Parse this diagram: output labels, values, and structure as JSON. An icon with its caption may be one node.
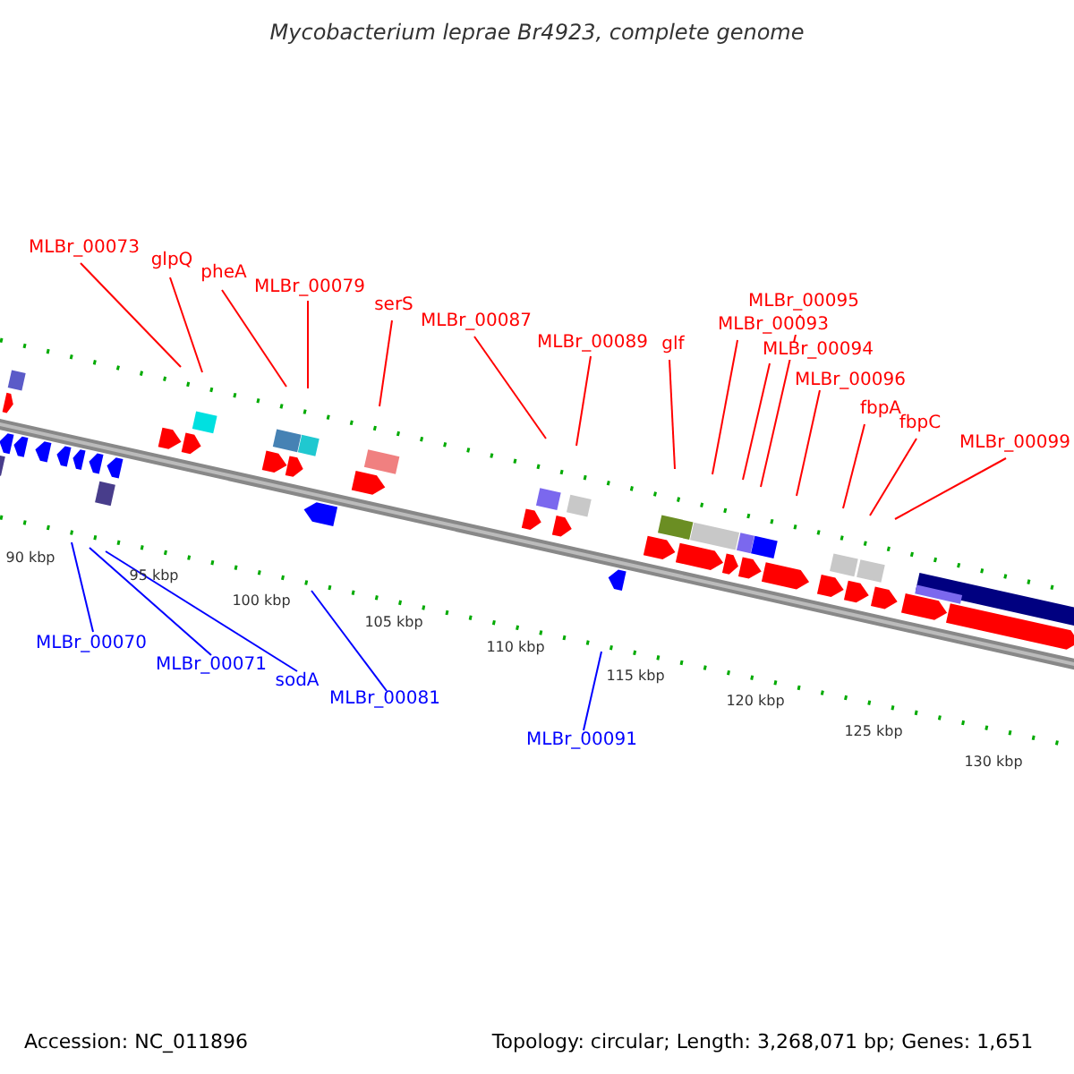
{
  "diagram": {
    "title": "Mycobacterium leprae Br4923, complete genome",
    "nodes": [
      {
        "text": [
          "MLBr_00073"
        ]
      },
      {
        "text": [
          "glpQ"
        ]
      },
      {
        "text": [
          "pheA"
        ]
      },
      {
        "text": [
          "MLBr_00079"
        ]
      },
      {
        "text": [
          "serS"
        ]
      },
      {
        "text": [
          "MLBr_00087"
        ]
      },
      {
        "text": [
          "MLBr_00089"
        ]
      },
      {
        "text": [
          "glf"
        ]
      },
      {
        "text": [
          "MLBr_00093"
        ]
      },
      {
        "text": [
          "MLBr_00095"
        ]
      },
      {
        "text": [
          "MLBr_00094"
        ]
      },
      {
        "text": [
          "MLBr_00096"
        ]
      },
      {
        "text": [
          "fbpA"
        ]
      },
      {
        "text": [
          "fbpC"
        ]
      },
      {
        "text": [
          "MLBr_00099"
        ]
      },
      {
        "text": [
          "MLBr_00070"
        ]
      },
      {
        "text": [
          "MLBr_00071"
        ]
      },
      {
        "text": [
          "sodA"
        ]
      },
      {
        "text": [
          "MLBr_00081"
        ]
      },
      {
        "text": [
          "MLBr_00091"
        ]
      }
    ],
    "edges": [
      {
        "from": 0,
        "to": null,
        "arrow": "none"
      },
      {
        "from": 1,
        "to": null,
        "arrow": "none"
      },
      {
        "from": 2,
        "to": null,
        "arrow": "none"
      },
      {
        "from": 3,
        "to": null,
        "arrow": "none"
      },
      {
        "from": 4,
        "to": null,
        "arrow": "none"
      },
      {
        "from": 5,
        "to": null,
        "arrow": "none"
      },
      {
        "from": 6,
        "to": null,
        "arrow": "none"
      },
      {
        "from": 7,
        "to": null,
        "arrow": "none"
      },
      {
        "from": 8,
        "to": null,
        "arrow": "none"
      },
      {
        "from": 9,
        "to": null,
        "arrow": "none"
      },
      {
        "from": 10,
        "to": null,
        "arrow": "none"
      },
      {
        "from": 11,
        "to": null,
        "arrow": "none"
      },
      {
        "from": 12,
        "to": null,
        "arrow": "none"
      },
      {
        "from": 13,
        "to": null,
        "arrow": "none"
      },
      {
        "from": 14,
        "to": null,
        "arrow": "none"
      },
      {
        "from": 15,
        "to": null,
        "arrow": "none",
        "color": "#0000ff"
      },
      {
        "from": 16,
        "to": null,
        "arrow": "none",
        "color": "#0000ff"
      },
      {
        "from": 17,
        "to": null,
        "arrow": "none",
        "color": "#0000ff"
      },
      {
        "from": 18,
        "to": null,
        "arrow": "none",
        "color": "#0000ff"
      },
      {
        "from": 19,
        "to": null,
        "arrow": "none",
        "color": "#0000ff"
      }
    ],
    "labels": [
      "90 kbp",
      "95 kbp",
      "100 kbp",
      "105 kbp",
      "110 kbp",
      "115 kbp",
      "120 kbp",
      "125 kbp",
      "130 kbp",
      "Accession: NC_011896",
      "Topology: circular; Length: 3,268,071 bp; Genes: 1,651"
    ]
  }
}
